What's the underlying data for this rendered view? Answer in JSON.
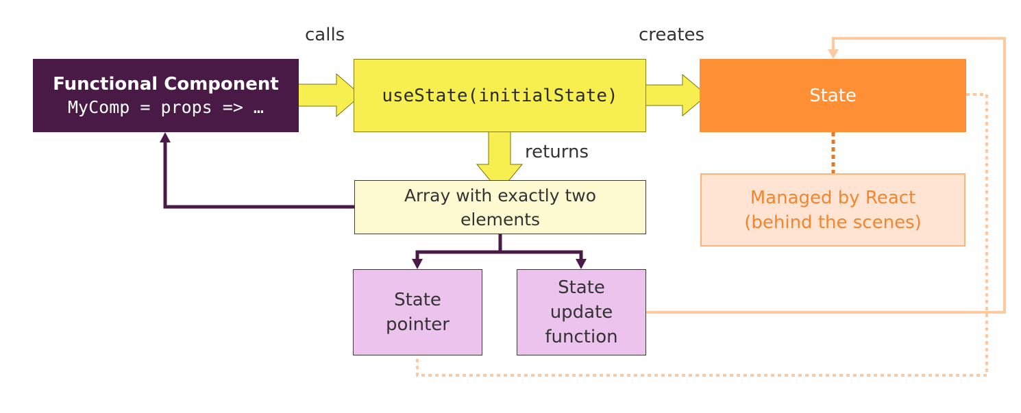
{
  "diagram": {
    "functional_component": {
      "title": "Functional Component",
      "code": "MyComp = props => …"
    },
    "use_state": {
      "code": "useState(initialState)"
    },
    "state": {
      "label": "State"
    },
    "managed": {
      "line1": "Managed by React",
      "line2": "(behind the scenes)"
    },
    "array": {
      "label": "Array with exactly two elements"
    },
    "state_pointer": {
      "line1": "State",
      "line2": "pointer"
    },
    "state_update": {
      "line1": "State",
      "line2": "update",
      "line3": "function"
    },
    "edge_labels": {
      "calls": "calls",
      "creates": "creates",
      "returns": "returns"
    }
  },
  "colors": {
    "purple_dark": "#4a1a47",
    "yellow": "#f7ef4f",
    "orange": "#ff8f34",
    "orange_light": "#ffe3d3",
    "peach_line": "#ffc9a0",
    "pale_yellow": "#fefbd3",
    "pink": "#ecc3ec"
  }
}
